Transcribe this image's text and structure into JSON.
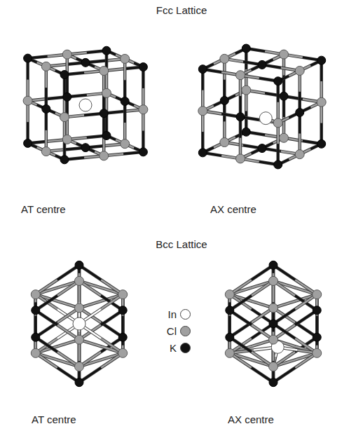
{
  "diagram": {
    "labels": [
      "Fcc Lattice",
      "AT centre",
      "AX centre",
      "Bcc Lattice",
      "AT centre",
      "AX centre"
    ],
    "legend": [
      {
        "text": "In",
        "color": "#ffffff"
      },
      {
        "text": "Cl",
        "color": "#a0a0a0"
      },
      {
        "text": "K",
        "color": "#111111"
      }
    ]
  }
}
